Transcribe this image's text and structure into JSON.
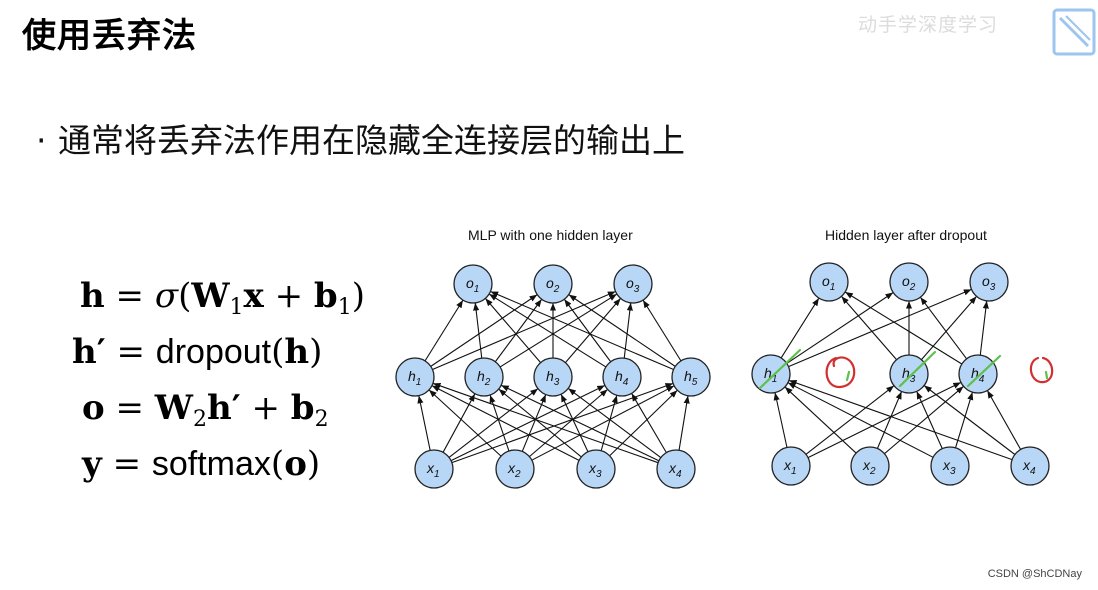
{
  "title": "使用丢弃法",
  "watermark": "动手学深度学习",
  "bullet": "通常将丢弃法作用在隐藏全连接层的输出上",
  "equations": {
    "eq1_lhs": "h",
    "eq1_sigma": "σ",
    "eq1_W": "W",
    "eq1_W_sub": "1",
    "eq1_x": "x",
    "eq1_b": "b",
    "eq1_b_sub": "1",
    "eq2_lhs": "h′",
    "eq2_fn": "dropout",
    "eq2_arg": "h",
    "eq3_lhs": "o",
    "eq3_W": "W",
    "eq3_W_sub": "2",
    "eq3_h": "h′",
    "eq3_b": "b",
    "eq3_b_sub": "2",
    "eq4_lhs": "y",
    "eq4_fn": "softmax",
    "eq4_arg": "o"
  },
  "diagram_left": {
    "title": "MLP with one hidden layer",
    "outputs": [
      "o1",
      "o2",
      "o3"
    ],
    "hidden": [
      "h1",
      "h2",
      "h3",
      "h4",
      "h5"
    ],
    "inputs": [
      "x1",
      "x2",
      "x3",
      "x4"
    ]
  },
  "diagram_right": {
    "title": "Hidden layer after dropout",
    "outputs": [
      "o1",
      "o2",
      "o3"
    ],
    "hidden": [
      "h1",
      "h3",
      "h4"
    ],
    "inputs": [
      "x1",
      "x2",
      "x3",
      "x4"
    ]
  },
  "credit": "CSDN @ShCDNay",
  "colors": {
    "node_fill": "#b8d6f5",
    "node_stroke": "#222222",
    "annotation_green": "#5cc04a",
    "annotation_red": "#d03030"
  }
}
